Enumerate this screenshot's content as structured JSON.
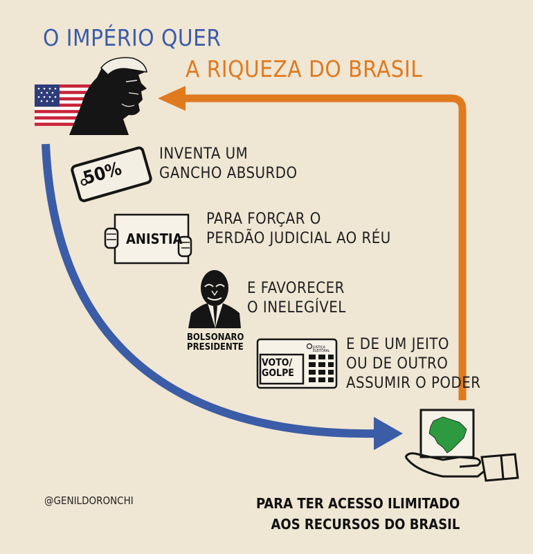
{
  "title": {
    "line1": "O IMPÉRIO QUER",
    "line2": "A RIQUEZA DO BRASIL"
  },
  "steps": [
    {
      "lines": [
        "INVENTA UM",
        "GANCHO ABSURDO"
      ],
      "icon_text": "50%",
      "icon": "tariff-tag-icon"
    },
    {
      "lines": [
        "PARA FORÇAR O",
        "PERDÃO JUDICIAL AO RÉU"
      ],
      "icon_text": "ANISTIA",
      "icon": "protest-sign-icon"
    },
    {
      "lines": [
        "E FAVORECER",
        "O INELEGÍVEL"
      ],
      "icon_text": [
        "BOLSONARO",
        "PRESIDENTE"
      ],
      "icon": "politician-portrait-icon"
    },
    {
      "lines": [
        "E DE UM JEITO",
        "OU DE OUTRO",
        "ASSUMIR O PODER"
      ],
      "icon_text": [
        "VOTO/",
        "GOLPE"
      ],
      "icon_label": [
        "JUSTIÇA",
        "ELEITORAL"
      ],
      "icon": "voting-machine-icon"
    }
  ],
  "conclusion": {
    "lines": [
      "PARA TER ACESSO ILIMITADO",
      "AOS RECURSOS DO BRASIL"
    ]
  },
  "credit": "@GENILDORONCHI",
  "colors": {
    "blue": "#3b5ca6",
    "orange": "#e07a1f",
    "background": "#efe6d4",
    "brazil_green": "#2d9a3f"
  },
  "icons": [
    "us-flag-icon",
    "trump-silhouette-icon",
    "brazil-map-icon",
    "open-hand-icon"
  ]
}
